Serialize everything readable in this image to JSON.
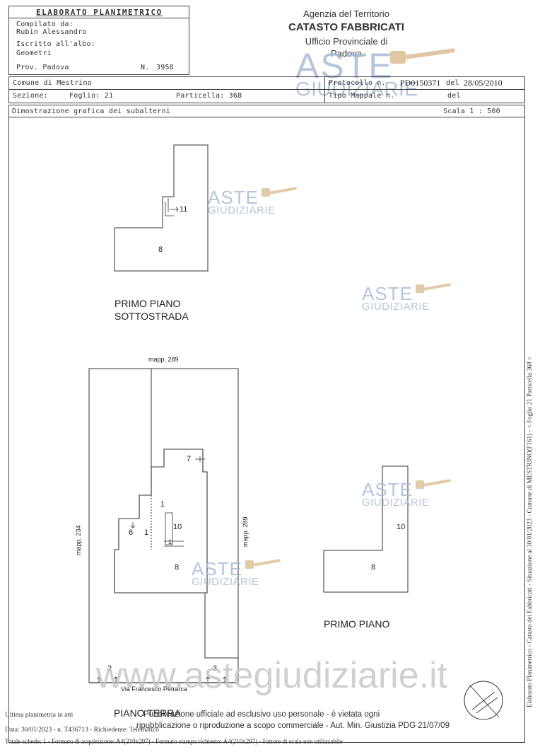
{
  "header": {
    "title": "ELABORATO PLANIMETRICO",
    "compilato_label": "Compilato da:",
    "compilato_name": "Rubin Alessandro",
    "iscritto_label": "Iscritto all'albo:",
    "iscritto_value": "Geometri",
    "prov": "Prov. Padova",
    "n_label": "N.",
    "n_value": "3958"
  },
  "agency": {
    "line1": "Agenzia del Territorio",
    "line2": "CATASTO FABBRICATI",
    "line3": "Ufficio Provinciale di",
    "line4": "Padova"
  },
  "info": {
    "comune": "Comune di Mestrino",
    "protocollo_label": "Protocollo n.",
    "protocollo_value": "PD0150371",
    "del_label": "del",
    "del_value": "28/05/2010",
    "sezione": "Sezione:",
    "foglio": "Foglio: 21",
    "particella": "Particella: 368",
    "tipo_mappale": "Tipo Mappale n.",
    "del2": "del"
  },
  "titlebar": {
    "left": "Dimostrazione grafica dei subalterni",
    "scale": "Scala 1 : 500"
  },
  "plans": {
    "basement": {
      "label1": "PRIMO PIANO",
      "label2": "SOTTOSTRADA",
      "sub8": "8",
      "sub11": "11"
    },
    "ground": {
      "label": "PIANO TERRA",
      "mapp_top": "mapp. 289",
      "mapp_left": "mapp. 234",
      "mapp_right": "mapp. 289",
      "street": "Via Francesco Petrarca",
      "s1a": "1",
      "s1b": "1",
      "s1c": "1",
      "s2": "2",
      "s3": "3",
      "s6": "6",
      "s7": "7",
      "s8": "8",
      "s10": "10"
    },
    "first": {
      "label": "PRIMO PIANO",
      "sub10": "10",
      "sub8": "8"
    }
  },
  "watermark": {
    "aste": "ASTE",
    "giudiziarie": "GIUDIZIARIE",
    "site": "www.astegiudiziarie.it",
    "color": "#a9bcd6"
  },
  "footer": {
    "ultima": "Ultima planimetria in atti",
    "pub1": "Pubblicazione ufficiale ad esclusivo uso personale - è vietata ogni",
    "pub2": "ripubblicazione o riproduzione a scopo commerciale - Aut. Min. Giustizia PDG 21/07/09",
    "data": "Data: 30/01/2023 - n. T436713 - Richiedente: Telematico",
    "totale": "Totale schede: 1 - Formato di acquisizione: A4(210x297) - Formato stampa richiesto: A4(210x297) - Fattore di scala non utilizzabile"
  },
  "side_text": "Elaborato Planimetrico - Catasto dei Fabbricati - Situazione al 30/01/2023 - Comune di MESTRINO(F161) - < Foglio 21 Particella 368 >"
}
